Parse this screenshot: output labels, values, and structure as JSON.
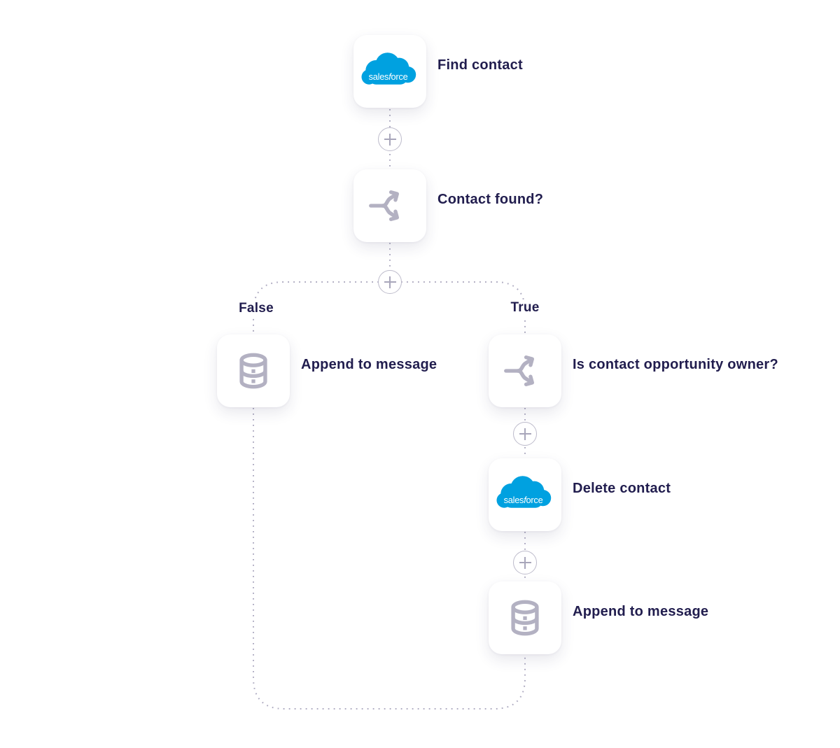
{
  "canvas": {
    "background": "#FFFFFF"
  },
  "colors": {
    "node_label_text": "#211D4E",
    "branch_label_text": "#211D4E",
    "icon_gray": "#B3B1C2",
    "connector_dots": "#ADAAC0",
    "plus_button_border": "#BDBBCB",
    "plus_button_glyph": "#A8A6BA",
    "salesforce_blue": "#00A1E0",
    "salesforce_wordmark_color": "#FFFFFF",
    "card_background": "#FFFFFF"
  },
  "nodes": [
    {
      "id": "find-contact",
      "label": "Find contact",
      "icon": "salesforce-logo"
    },
    {
      "id": "contact-found",
      "label": "Contact found?",
      "icon": "branch-split-icon"
    },
    {
      "id": "append-to-message-false",
      "label": "Append to message",
      "icon": "database-icon"
    },
    {
      "id": "is-contact-opportunity-owner",
      "label": "Is contact opportunity owner?",
      "icon": "branch-split-icon"
    },
    {
      "id": "delete-contact",
      "label": "Delete contact",
      "icon": "salesforce-logo"
    },
    {
      "id": "append-to-message-true",
      "label": "Append to message",
      "icon": "database-icon"
    }
  ],
  "branch_labels": {
    "false_path": "False",
    "true_path": "True"
  },
  "salesforce_logo": {
    "text_before": "sales",
    "text_italic": "f",
    "text_after": "orce"
  },
  "add_step_button": {
    "symbol": "+"
  }
}
